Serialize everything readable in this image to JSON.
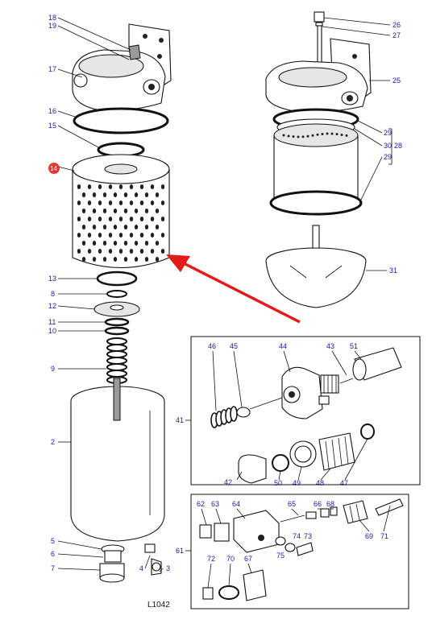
{
  "diagram": {
    "caption": "L1042",
    "highlight": {
      "label": "14",
      "color": "#e53935"
    },
    "arrow_color": "#e21b1b",
    "label_color": "#1a1aa6",
    "labels": {
      "p18": "18",
      "p19": "19",
      "p17": "17",
      "p16": "16",
      "p15": "15",
      "p14": "14",
      "p13": "13",
      "p8": "8",
      "p12": "12",
      "p11": "11",
      "p10": "10",
      "p9": "9",
      "p2": "2",
      "p5": "5",
      "p6": "6",
      "p7": "7",
      "p4": "4",
      "p3": "3",
      "p26": "26",
      "p27": "27",
      "p25": "25",
      "p29a": "29",
      "p30": "30",
      "p28": "28",
      "p29b": "29",
      "p31": "31",
      "p46": "46",
      "p45": "45",
      "p44": "44",
      "p43": "43",
      "p51": "51",
      "p41": "41",
      "p42": "42",
      "p50": "50",
      "p49": "49",
      "p48": "48",
      "p47": "47",
      "p62": "62",
      "p63": "63",
      "p64": "64",
      "p65": "65",
      "p66": "66",
      "p68": "68",
      "p74": "74",
      "p73": "73",
      "p75": "75",
      "p69": "69",
      "p71": "71",
      "p61": "61",
      "p72": "72",
      "p70": "70",
      "p67": "67"
    }
  }
}
